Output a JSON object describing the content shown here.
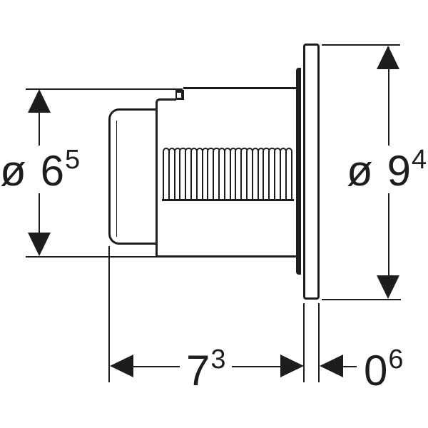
{
  "drawing": {
    "type": "technical-dimension-drawing",
    "description": "Side view of a round actuator button unit with ribbed body, mounting collar and cover plate",
    "line_color": "#1d1d1b",
    "background_color": "#ffffff",
    "rib_count": 23
  },
  "dimensions": {
    "button_diameter": {
      "prefix": "ø",
      "value": "6",
      "superscript": "5"
    },
    "plate_diameter": {
      "prefix": "ø",
      "value": "9",
      "superscript": "4"
    },
    "depth": {
      "value": "7",
      "superscript": "3"
    },
    "plate_thickness": {
      "value": "0",
      "superscript": "6"
    }
  }
}
